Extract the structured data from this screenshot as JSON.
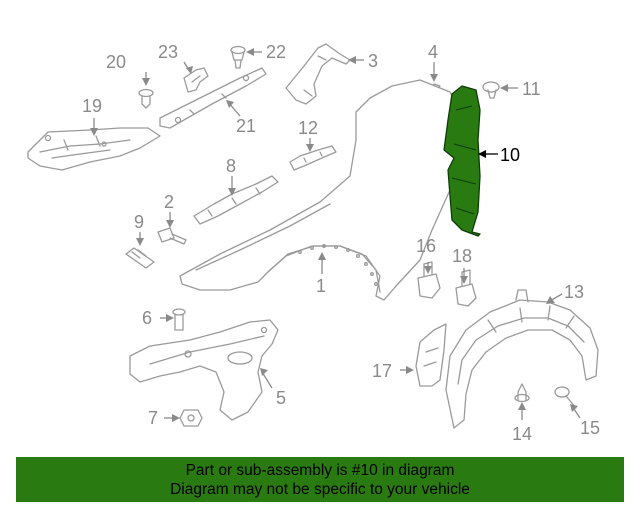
{
  "callouts": {
    "c1": "1",
    "c2": "2",
    "c3": "3",
    "c4": "4",
    "c5": "5",
    "c6": "6",
    "c7": "7",
    "c8": "8",
    "c9": "9",
    "c10": "10",
    "c11": "11",
    "c12": "12",
    "c13": "13",
    "c14": "14",
    "c15": "15",
    "c16": "16",
    "c17": "17",
    "c18": "18",
    "c19": "19",
    "c20": "20",
    "c21": "21",
    "c22": "22",
    "c23": "23"
  },
  "highlighted_part": "10",
  "colors": {
    "highlight": "#2a7a12",
    "line_art": "#9a9a9a",
    "banner": "#2a7a12"
  },
  "footer": {
    "line1": "Part or sub-assembly is #10 in diagram",
    "line2": "Diagram may not be specific to your vehicle"
  }
}
